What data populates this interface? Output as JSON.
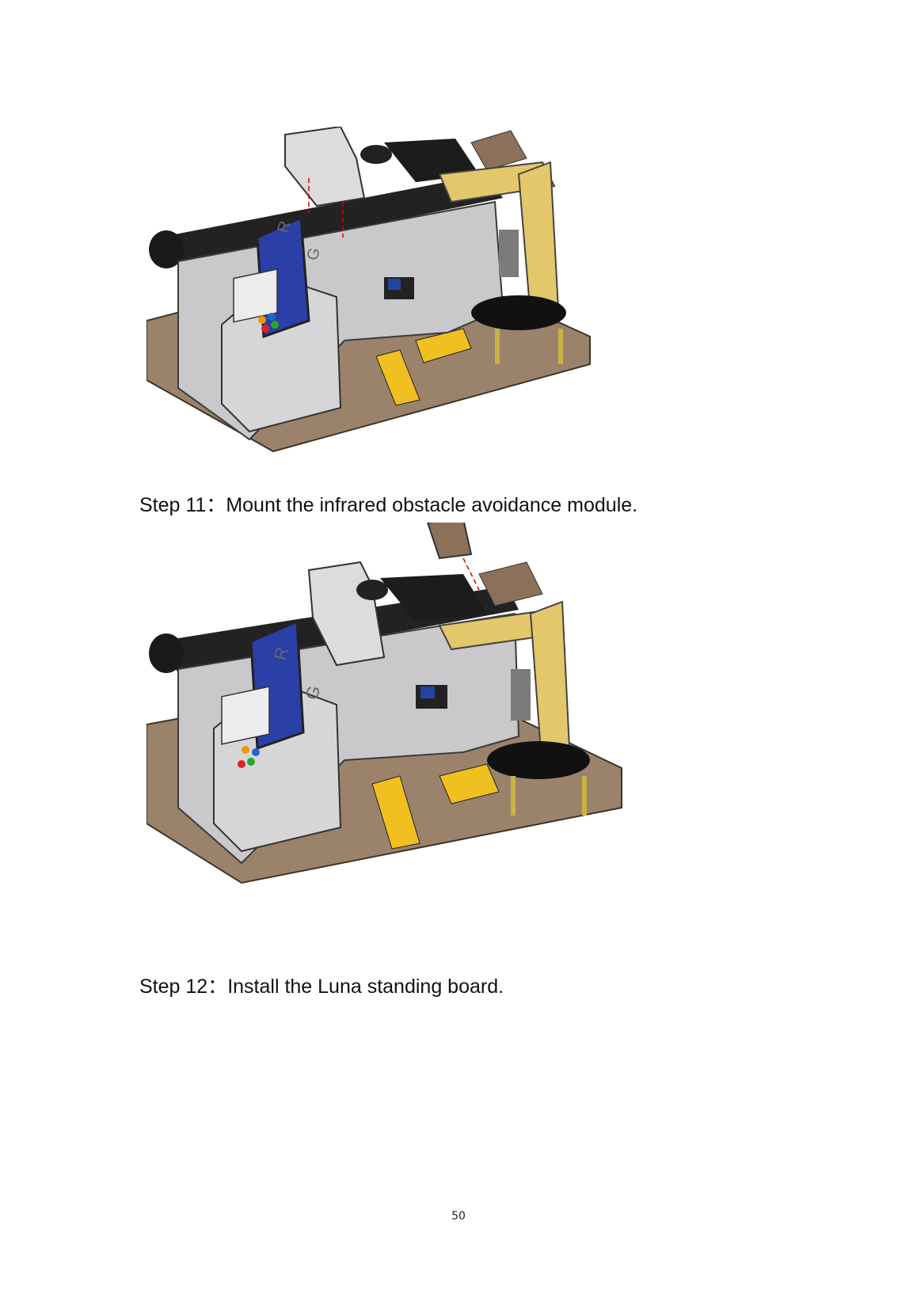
{
  "steps": [
    {
      "label": "Step 11：",
      "text": "Mount the infrared obstacle avoidance module."
    },
    {
      "label": "Step 12：",
      "text": "Install the Luna standing board."
    }
  ],
  "figure_letters": {
    "red": "R",
    "green": "G"
  },
  "page_number": "50"
}
